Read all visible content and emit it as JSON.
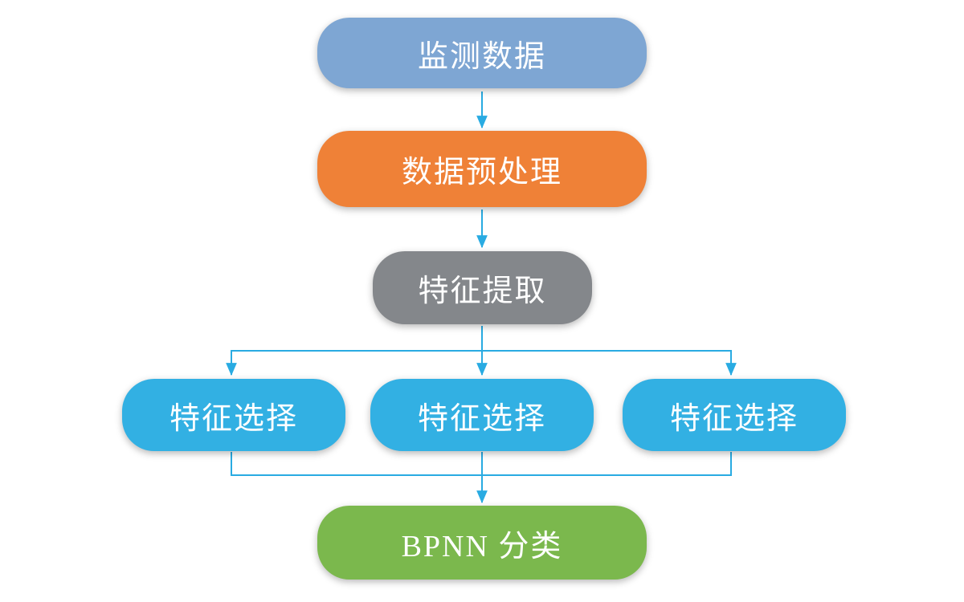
{
  "diagram": {
    "type": "flowchart",
    "connector_color": "#29abe2",
    "text_color": "#ffffff",
    "nodes": [
      {
        "id": "monitoring-data",
        "label": "监测数据",
        "color": "#7ea6d3"
      },
      {
        "id": "data-preprocessing",
        "label": "数据预处理",
        "color": "#ef8137"
      },
      {
        "id": "feature-extraction",
        "label": "特征提取",
        "color": "#84878b"
      },
      {
        "id": "feature-selection-1",
        "label": "特征选择",
        "color": "#32b0e3"
      },
      {
        "id": "feature-selection-2",
        "label": "特征选择",
        "color": "#32b0e3"
      },
      {
        "id": "feature-selection-3",
        "label": "特征选择",
        "color": "#32b0e3"
      },
      {
        "id": "bpnn-classification",
        "label": "BPNN 分类",
        "color": "#7bb84d"
      }
    ],
    "edges": [
      {
        "from": "monitoring-data",
        "to": "data-preprocessing"
      },
      {
        "from": "data-preprocessing",
        "to": "feature-extraction"
      },
      {
        "from": "feature-extraction",
        "to": "feature-selection-1"
      },
      {
        "from": "feature-extraction",
        "to": "feature-selection-2"
      },
      {
        "from": "feature-extraction",
        "to": "feature-selection-3"
      },
      {
        "from": "feature-selection-1",
        "to": "bpnn-classification"
      },
      {
        "from": "feature-selection-2",
        "to": "bpnn-classification"
      },
      {
        "from": "feature-selection-3",
        "to": "bpnn-classification"
      }
    ]
  }
}
